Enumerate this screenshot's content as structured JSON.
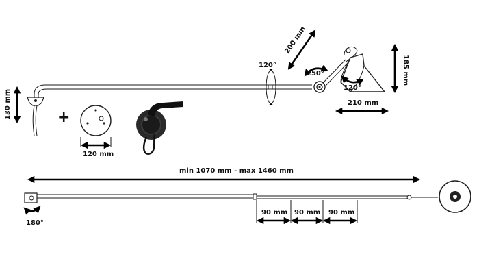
{
  "labels": {
    "height_130": "130 mm",
    "plus": "+",
    "base_120": "120 mm",
    "rot_120_top": "120°",
    "arm_200": "200 mm",
    "rot_250": "250°",
    "shade_185": "185 mm",
    "tilt_120": "120°",
    "shade_210": "210 mm",
    "span": "min 1070 mm - max 1460 mm",
    "rot_180": "180°",
    "step1": "90 mm",
    "step2": "90 mm",
    "step3": "90 mm"
  }
}
